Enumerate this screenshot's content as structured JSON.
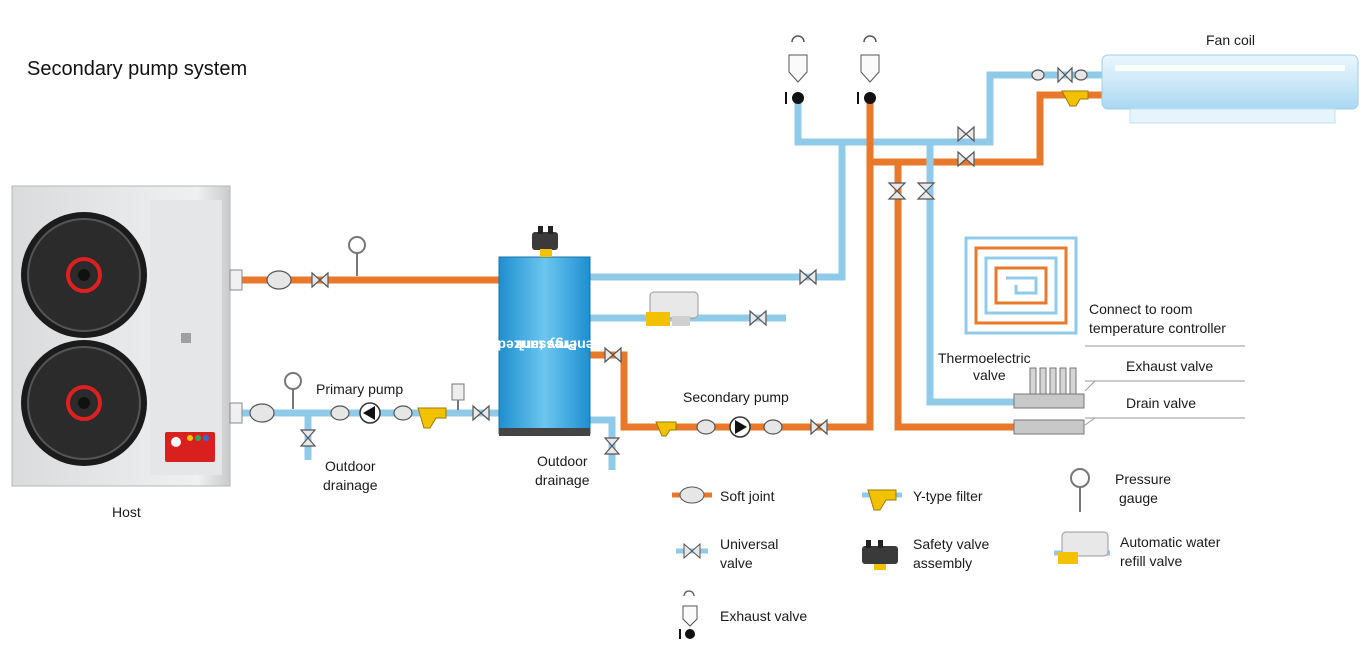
{
  "title": "Secondary pump system",
  "colors": {
    "hot_pipe": "#e8782a",
    "cold_pipe": "#8fcbe8",
    "filter": "#f2c200",
    "tank": "#3aa8e0"
  },
  "labels": {
    "host": "Host",
    "primary_pump": "Primary pump",
    "outdoor_drainage_1_a": "Outdoor",
    "outdoor_drainage_1_b": "drainage",
    "outdoor_drainage_2_a": "Outdoor",
    "outdoor_drainage_2_b": "drainage",
    "tank_a": "Pressurized",
    "tank_b": "energy tank",
    "secondary_pump": "Secondary pump",
    "fan_coil": "Fan coil",
    "room_controller_a": "Connect to room",
    "room_controller_b": "temperature controller",
    "thermoelectric_a": "Thermoelectric",
    "thermoelectric_b": "valve",
    "exhaust_valve": "Exhaust valve",
    "drain_valve": "Drain valve"
  },
  "legend": {
    "soft_joint": "Soft  joint",
    "universal_a": "Universal",
    "universal_b": "valve",
    "exhaust": "Exhaust valve",
    "y_filter": "Y-type filter",
    "safety_a": "Safety valve",
    "safety_b": "assembly",
    "gauge_a": "Pressure",
    "gauge_b": "gauge",
    "refill_a": "Automatic water",
    "refill_b": "refill valve"
  }
}
